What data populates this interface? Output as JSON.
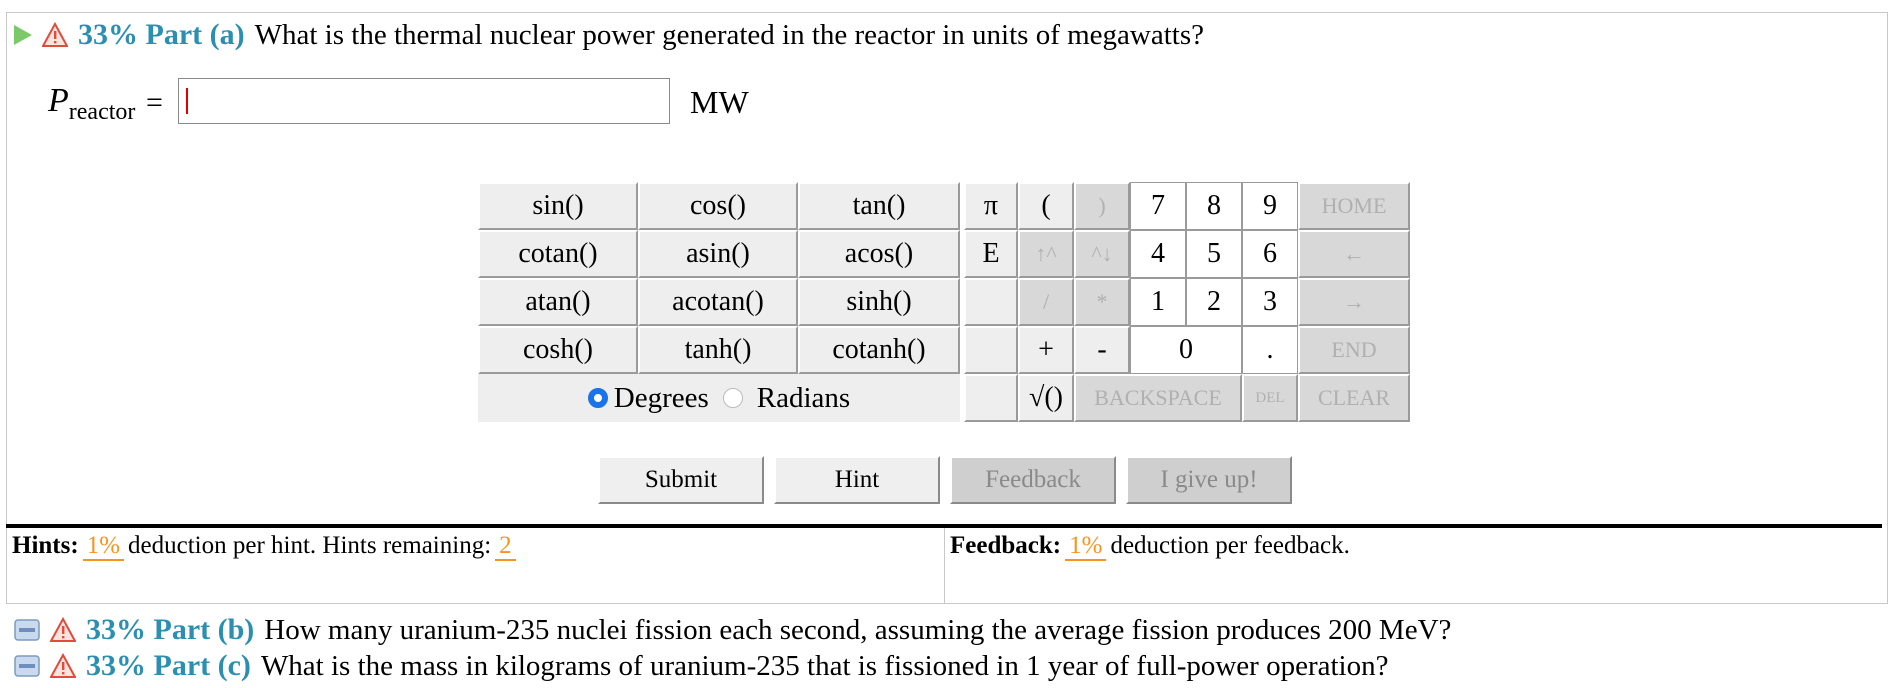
{
  "part_a": {
    "percent": "33%",
    "part_label": "Part (a)",
    "question": "What is the thermal nuclear power generated in the reactor in units of megawatts?"
  },
  "answer": {
    "symbol": "P",
    "subscript": "reactor",
    "equals": "=",
    "value": "",
    "unit": "MW"
  },
  "keypad": {
    "functions": [
      [
        "sin()",
        "cos()",
        "tan()"
      ],
      [
        "cotan()",
        "asin()",
        "acos()"
      ],
      [
        "atan()",
        "acotan()",
        "sinh()"
      ],
      [
        "cosh()",
        "tanh()",
        "cotanh()"
      ]
    ],
    "pi": "π",
    "e": "E",
    "open_paren": "(",
    "close_paren": ")",
    "up_arrow": "↑^",
    "down_arrow": "^↓",
    "divide": "/",
    "multiply": "*",
    "plus": "+",
    "minus": "-",
    "sqrt": "√()",
    "digits": [
      "7",
      "8",
      "9",
      "4",
      "5",
      "6",
      "1",
      "2",
      "3",
      "0",
      "."
    ],
    "home": "HOME",
    "left": "←",
    "right": "→",
    "end": "END",
    "backspace": "BACKSPACE",
    "del": "DEL",
    "clear": "CLEAR",
    "degrees": "Degrees",
    "radians": "Radians",
    "angle_mode": "Degrees"
  },
  "buttons": {
    "submit": "Submit",
    "hint": "Hint",
    "feedback": "Feedback",
    "give_up": "I give up!"
  },
  "hints": {
    "label": "Hints:",
    "deduction": "1%",
    "text": "deduction per hint. Hints remaining:",
    "remaining": "2"
  },
  "feedback": {
    "label": "Feedback:",
    "deduction": "1%",
    "text": "deduction per feedback."
  },
  "part_b": {
    "percent": "33%",
    "part_label": "Part (b)",
    "question": "How many uranium-235 nuclei fission each second, assuming the average fission produces 200 MeV?"
  },
  "part_c": {
    "percent": "33%",
    "part_label": "Part (c)",
    "question": "What is the mass in kilograms of uranium-235 that is fissioned in 1 year of full-power operation?"
  },
  "colors": {
    "accent": "#2a8fb0",
    "orange": "#f7931e",
    "warning": "#e04b3a",
    "play": "#7cc96a"
  }
}
